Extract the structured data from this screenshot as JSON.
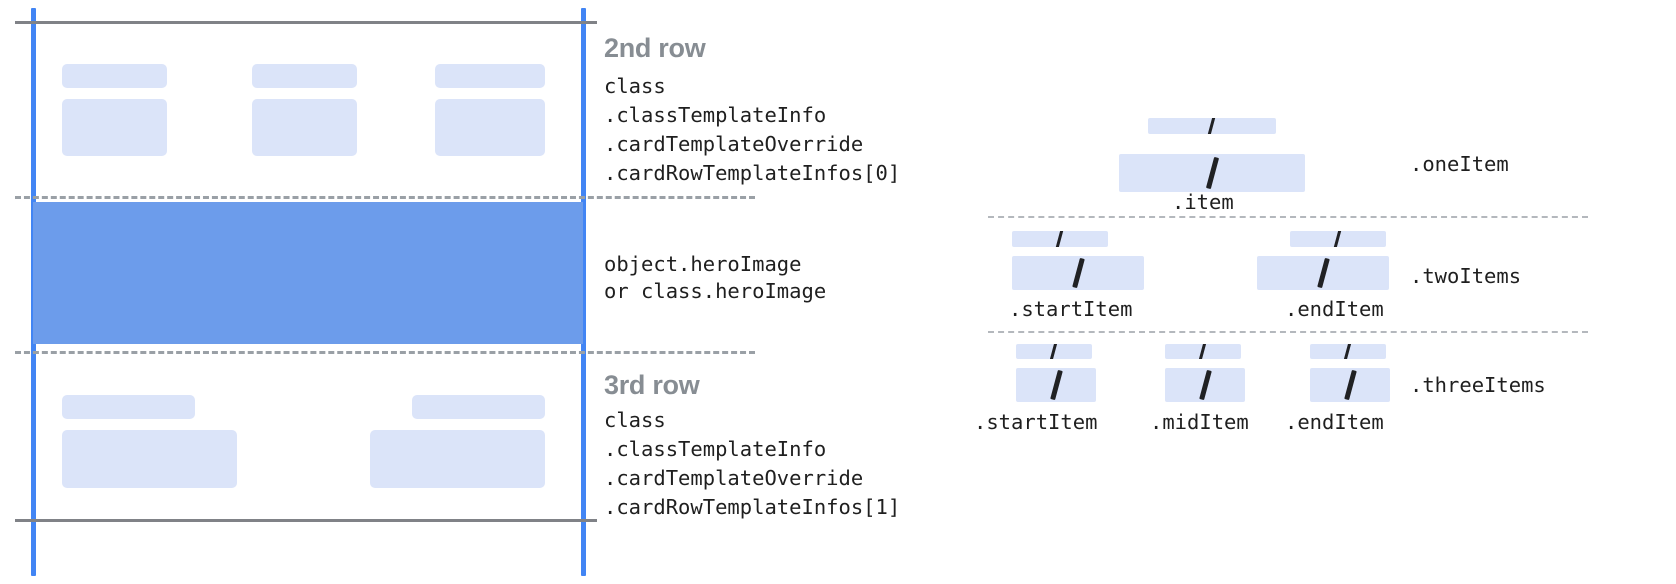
{
  "card_diagram": {
    "rows": [
      {
        "title": "2nd row",
        "code_lines": [
          "class",
          ".classTemplateInfo",
          ".cardTemplateOverride",
          ".cardRowTemplateInfos[0]"
        ]
      },
      {
        "title": "",
        "code_lines": [
          "object.heroImage",
          "or class.heroImage"
        ]
      },
      {
        "title": "3rd row",
        "code_lines": [
          "class",
          ".classTemplateInfo",
          ".cardTemplateOverride",
          ".cardRowTemplateInfos[1]"
        ]
      }
    ]
  },
  "item_diagram": {
    "sections": [
      {
        "row_label": ".oneItem",
        "items": [
          {
            "label": ".item"
          }
        ]
      },
      {
        "row_label": ".twoItems",
        "items": [
          {
            "label": ".startItem"
          },
          {
            "label": ".endItem"
          }
        ]
      },
      {
        "row_label": ".threeItems",
        "items": [
          {
            "label": ".startItem"
          },
          {
            "label": ".midItem"
          },
          {
            "label": ".endItem"
          }
        ]
      }
    ]
  },
  "colors": {
    "guide_blue": "#4285f4",
    "hero_blue": "#6c9ceb",
    "skeleton_blue": "#dbe4f9",
    "rule_gray": "#808287",
    "dash_gray": "#9aa0a6",
    "title_gray": "#878d93",
    "code_black": "#1f1f1f"
  }
}
